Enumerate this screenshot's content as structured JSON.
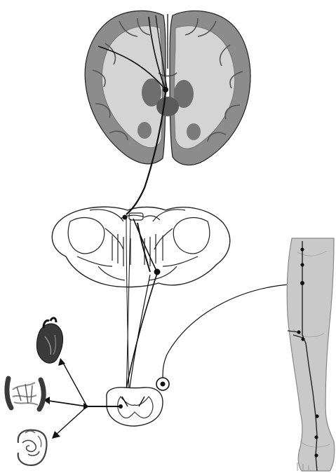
{
  "figure": {
    "background": "#ffffff",
    "colors": {
      "ink": "#111111",
      "brain_cortex": "#8c8c8c",
      "brain_white_matter": "#d4d4d4",
      "brain_deep": "#6e6e6e",
      "leg_skin": "#c9c9c9",
      "organ_dark": "#3a3a3a",
      "organ_mid": "#8a8a8a"
    },
    "parts": [
      "brain-coronal-section",
      "brainstem-cross-section",
      "spinal-cord-cross-section",
      "heart-icon",
      "blood-vessels-icon",
      "intestines-icon",
      "leg-acupuncture-meridian",
      "stimulation-point-marker"
    ]
  }
}
